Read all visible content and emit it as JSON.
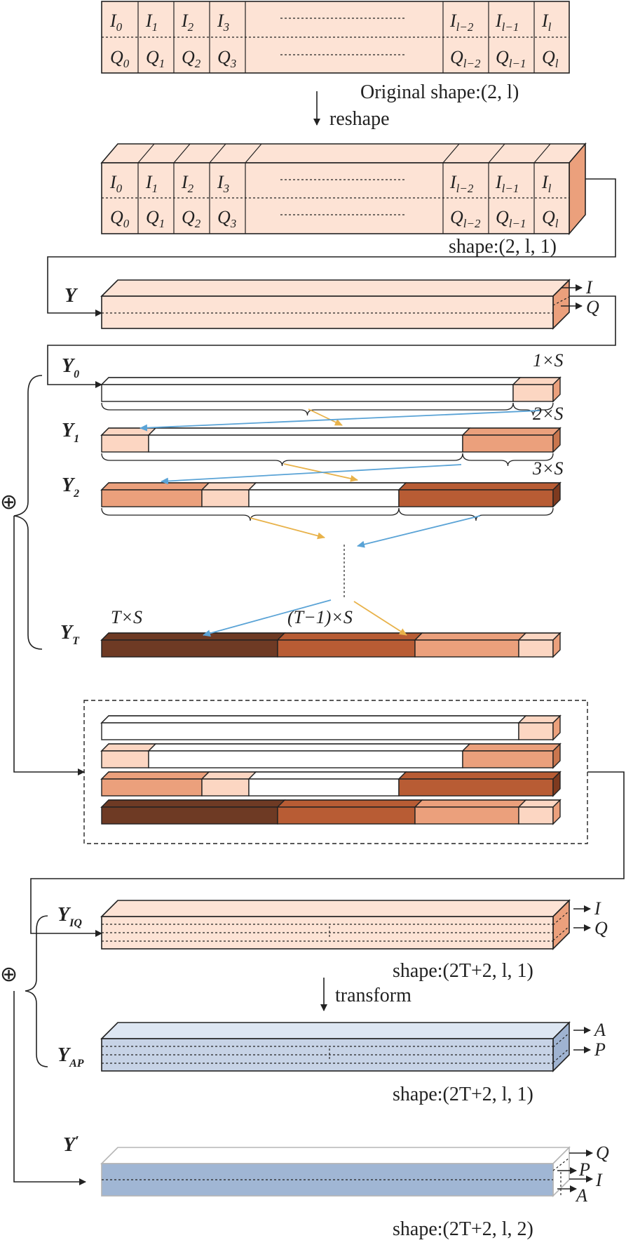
{
  "colors": {
    "c0": "#fde3d5",
    "c1": "#fcd6c2",
    "c2": "#eba07c",
    "c3": "#b85c34",
    "c4": "#6e3a24",
    "white": "#ffffff",
    "ap_front": "#c7d3e6",
    "ap_top": "#dde6f2",
    "ap_side": "#9fb3d1",
    "yp_front": "#a0b6d4",
    "arrow_orange": "#e8b24a",
    "arrow_blue": "#5aa3d6"
  },
  "labels": {
    "orig_shape": "Original shape:(2, l)",
    "reshape": "reshape",
    "shape_2l1": "shape:(2, l, 1)",
    "shape_iq": "shape:(2T+2, l, 1)",
    "transform": "transform",
    "shape_ap": "shape:(2T+2, l, 1)",
    "shape_final": "shape:(2T+2, l, 2)",
    "y": "Y",
    "y0": "Y",
    "y0_sub": "0",
    "y1": "Y",
    "y1_sub": "1",
    "y2": "Y",
    "y2_sub": "2",
    "yt": "Y",
    "yt_sub": "T",
    "yiq": "Y",
    "yiq_sub": "IQ",
    "yap": "Y",
    "yap_sub": "AP",
    "yprime": "Y",
    "prime": "′",
    "oplus": "⊕",
    "s1": "1×S",
    "s2": "2×S",
    "s3": "3×S",
    "ts": "T×S",
    "t1s": "(T−1)×S",
    "out_i": "I",
    "out_q": "Q",
    "out_a": "A",
    "out_p": "P"
  },
  "table": {
    "i_cells": [
      {
        "base": "I",
        "sub": "0"
      },
      {
        "base": "I",
        "sub": "1"
      },
      {
        "base": "I",
        "sub": "2"
      },
      {
        "base": "I",
        "sub": "3"
      },
      {
        "base": "I",
        "sub": "l−2"
      },
      {
        "base": "I",
        "sub": "l−1"
      },
      {
        "base": "I",
        "sub": "l"
      }
    ],
    "q_cells": [
      {
        "base": "Q",
        "sub": "0"
      },
      {
        "base": "Q",
        "sub": "1"
      },
      {
        "base": "Q",
        "sub": "2"
      },
      {
        "base": "Q",
        "sub": "3"
      },
      {
        "base": "Q",
        "sub": "l−2"
      },
      {
        "base": "Q",
        "sub": "l−1"
      },
      {
        "base": "Q",
        "sub": "l"
      }
    ]
  }
}
